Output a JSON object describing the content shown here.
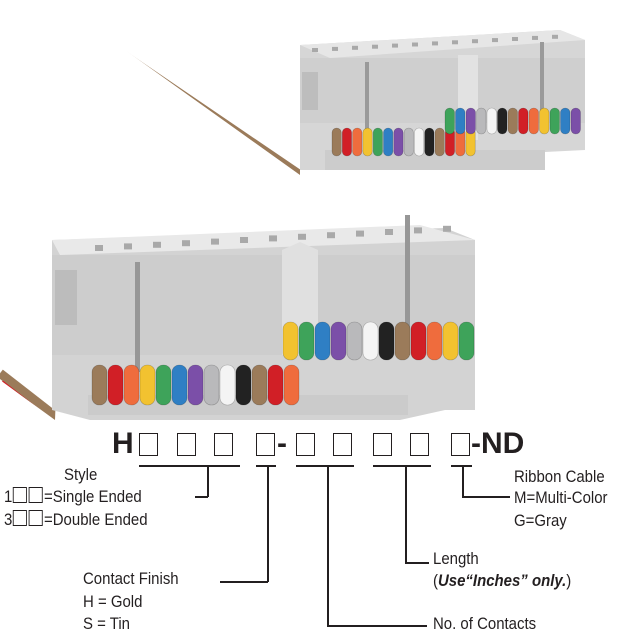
{
  "part_number": {
    "prefix": "H",
    "separator": "-",
    "suffix": "-ND"
  },
  "labels": {
    "style": {
      "title": "Style",
      "single_code": "1",
      "single": "=Single Ended",
      "double_code": "3",
      "double": "=Double Ended"
    },
    "contact_finish": {
      "title": "Contact Finish",
      "gold": "H = Gold",
      "tin": "S = Tin"
    },
    "contacts": {
      "title": "No. of Contacts"
    },
    "length": {
      "title": "Length",
      "note_open": "(",
      "note_bold": "Use“Inches” only.",
      "note_close": ")"
    },
    "ribbon": {
      "title": "Ribbon Cable",
      "multi": "M=Multi-Color",
      "gray": "G=Gray"
    }
  },
  "wire_colors": [
    "#9b7b5a",
    "#d11f26",
    "#ef6c3d",
    "#f2c230",
    "#3ea35a",
    "#2f7fc4",
    "#7b4fa8",
    "#b9b9bb",
    "#f4f4f4",
    "#222222"
  ],
  "connector_color": "#d9d9d9"
}
